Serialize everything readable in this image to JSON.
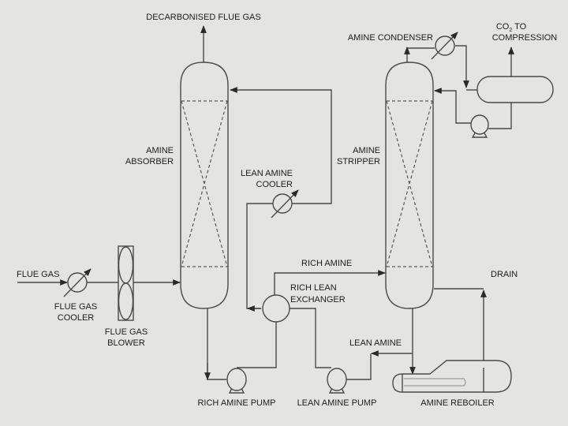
{
  "diagram": {
    "type": "process-flow-diagram",
    "subject": "amine-based post-combustion CO2 capture",
    "colors": {
      "background": "#e4e4e3",
      "line": "#4a4a4a",
      "text": "#1c1c1c"
    }
  },
  "labels": {
    "decarbonised_flue_gas": "DECARBONISED FLUE GAS",
    "amine_absorber": [
      "AMINE",
      "ABSORBER"
    ],
    "lean_amine_cooler": [
      "LEAN AMINE",
      "COOLER"
    ],
    "amine_stripper": [
      "AMINE",
      "STRIPPER"
    ],
    "amine_condenser": "AMINE CONDENSER",
    "co2_to_compression": {
      "prefix": "CO",
      "subscript": "2",
      "suffix": " TO",
      "line2": "COMPRESSION"
    },
    "flue_gas": "FLUE GAS",
    "flue_gas_cooler": [
      "FLUE GAS",
      "COOLER"
    ],
    "flue_gas_blower": [
      "FLUE GAS",
      "BLOWER"
    ],
    "rich_amine": "RICH AMINE",
    "rich_lean_exchanger": [
      "RICH LEAN",
      "EXCHANGER"
    ],
    "drain": "DRAIN",
    "lean_amine": "LEAN AMINE",
    "rich_amine_pump": "RICH AMINE PUMP",
    "lean_amine_pump": "LEAN AMINE PUMP",
    "amine_reboiler": "AMINE REBOILER"
  }
}
